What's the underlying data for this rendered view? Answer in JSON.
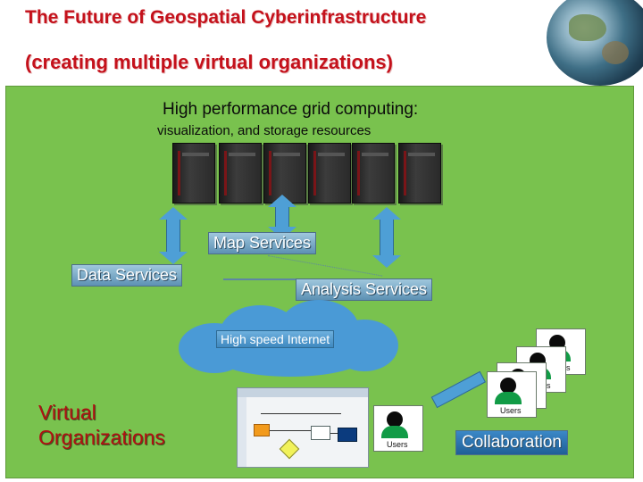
{
  "title": {
    "line1": "The Future of Geospatial Cyberinfrastructure",
    "line2": "(creating multiple virtual organizations)"
  },
  "grid": {
    "heading": "High performance grid computing:",
    "subheading": "visualization, and storage resources"
  },
  "services": {
    "map": "Map Services",
    "data": "Data Services",
    "analysis": "Analysis Services"
  },
  "network": {
    "label": "High speed Internet"
  },
  "virtual_org": {
    "line1": "Virtual",
    "line2": "Organizations"
  },
  "users": {
    "label": "Users"
  },
  "collaboration": {
    "label": "Collaboration"
  },
  "colors": {
    "panel": "#79c24e",
    "title": "#c4111b",
    "accent": "#4e9fd6"
  }
}
